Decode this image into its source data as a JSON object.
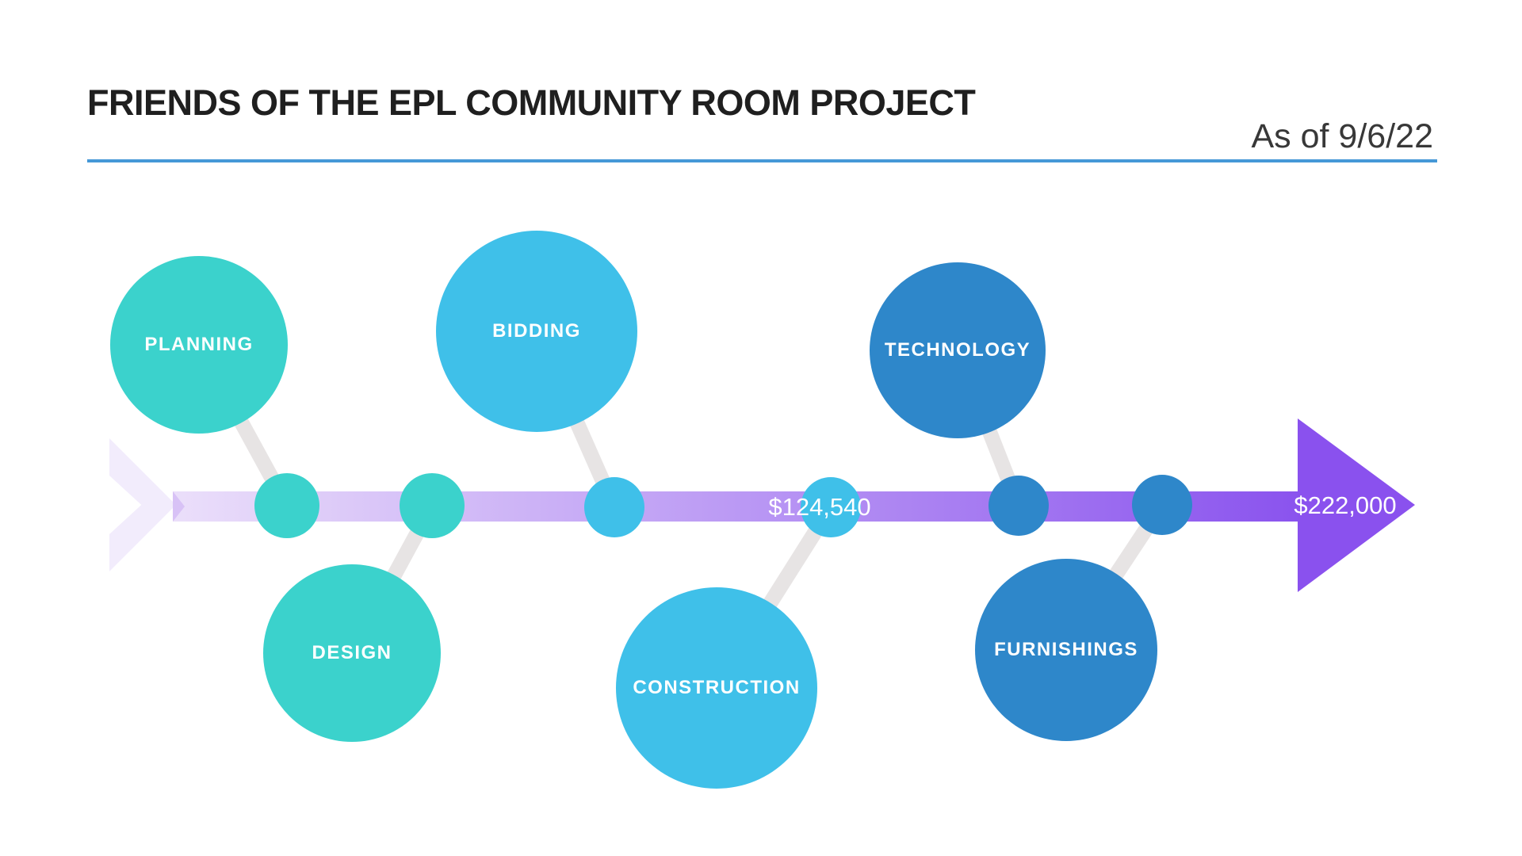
{
  "header": {
    "title": "FRIENDS OF THE EPL COMMUNITY ROOM PROJECT",
    "as_of": "As of 9/6/22"
  },
  "timeline": {
    "current_amount": "$124,540",
    "goal_amount": "$222,000",
    "milestones": [
      {
        "id": "planning",
        "label": "PLANNING",
        "side": "above",
        "color": "#3bd2cc"
      },
      {
        "id": "design",
        "label": "DESIGN",
        "side": "below",
        "color": "#3bd2cc"
      },
      {
        "id": "bidding",
        "label": "BIDDING",
        "side": "above",
        "color": "#3fc0e9"
      },
      {
        "id": "construction",
        "label": "CONSTRUCTION",
        "side": "below",
        "color": "#3fc0e9"
      },
      {
        "id": "technology",
        "label": "TECHNOLOGY",
        "side": "above",
        "color": "#2e87ca"
      },
      {
        "id": "furnishings",
        "label": "FURNISHINGS",
        "side": "below",
        "color": "#2e87ca"
      }
    ]
  },
  "theme": {
    "teal": "#3bd2cc",
    "light_blue": "#3fc0e9",
    "blue": "#2e87ca",
    "bar_start": "#ebdffa",
    "bar_end": "#8a53ee",
    "arrow": "#8a51ee",
    "underline": "#4598d7",
    "connector": "#e7e4e4",
    "title_color": "#1f1f1f"
  }
}
